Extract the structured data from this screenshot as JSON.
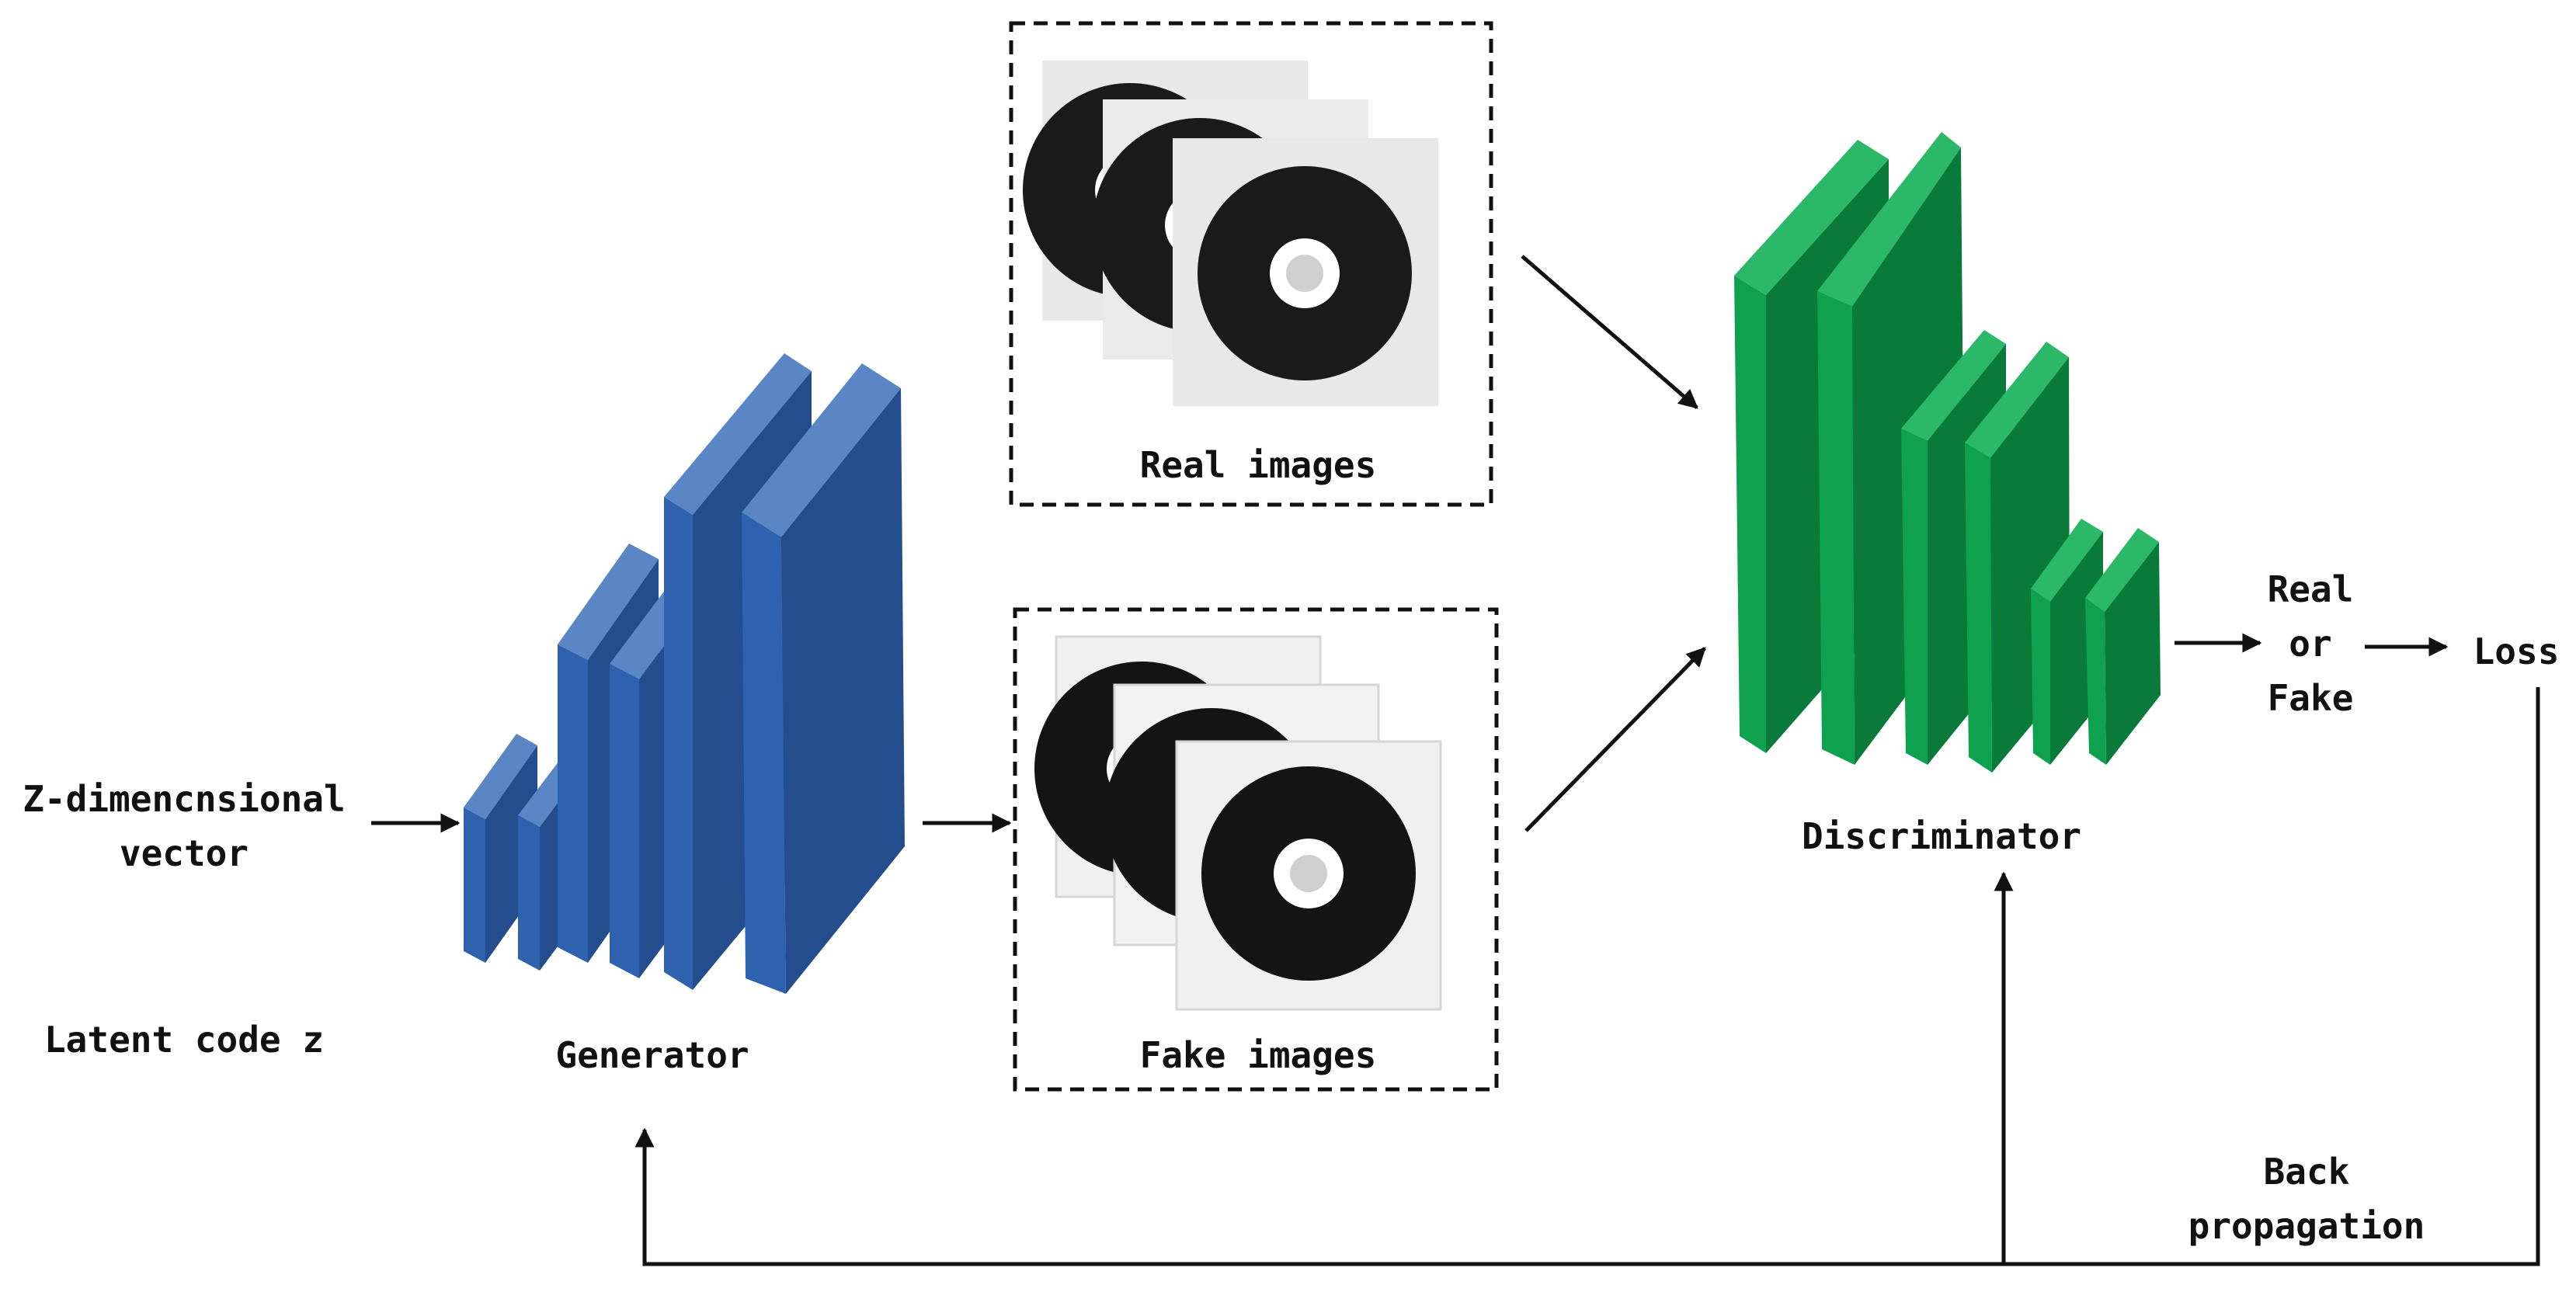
{
  "labels": {
    "input_line1": "Z-dimencnsional",
    "input_line2": "vector",
    "latent": "Latent code z",
    "generator": "Generator",
    "real_images": "Real images",
    "fake_images": "Fake images",
    "discriminator": "Discriminator",
    "output_line1": "Real",
    "output_line2": "or",
    "output_line3": "Fake",
    "loss": "Loss",
    "backprop_line1": "Back",
    "backprop_line2": "propagation"
  },
  "colors": {
    "generator_front": "#2E62AE",
    "generator_side": "#234D8C",
    "generator_top": "#5A86C6",
    "discriminator_front": "#0FA150",
    "discriminator_side": "#0A7A3B",
    "discriminator_top": "#2BB868",
    "gear": "#1A1A1A",
    "real_card": "#E8E8E8",
    "fake_card": "#F0F0F0"
  },
  "icons": {
    "sample_image": "gear-icon"
  }
}
